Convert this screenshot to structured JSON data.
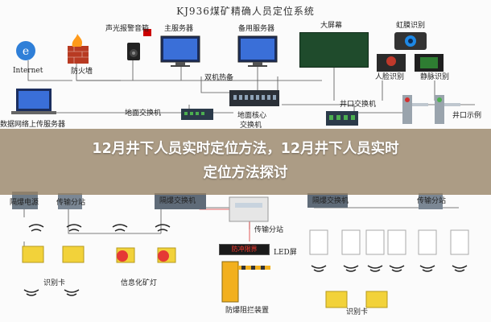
{
  "title": "KJ936煤矿精确人员定位系统",
  "labels": {
    "internet": "Internet",
    "firewall": "防火墙",
    "alarm_box": "声光报警音箱",
    "main_server": "主服务器",
    "backup_server": "备用服务器",
    "big_screen": "大屏幕",
    "iris": "虹膜识别",
    "face": "人脸识别",
    "vein": "静脉识别",
    "dual_hot": "双机热备",
    "data_upload": "数据网络上传服务器",
    "surface_switch": "地面交换机",
    "surface_core": "地面核心",
    "core_switch": "交换机",
    "wellhead_switch": "井口交换机",
    "wellhead_demo": "井口示例",
    "flameproof_power": "隔爆电源",
    "transfer_station": "传输分站",
    "flameproof_switch": "隔爆交换机",
    "transfer_station_r": "传输分站",
    "id_card": "识别卡",
    "cap_lamp": "信息化矿灯",
    "led_screen": "LED屏",
    "barrier": "防爆阻拦装置",
    "id_card_r": "识别卡",
    "led_text": "防冲限界"
  },
  "banner": {
    "line1": "12月井下人员实时定位方法，12月井下人员实时",
    "line2": "定位方法探讨"
  }
}
